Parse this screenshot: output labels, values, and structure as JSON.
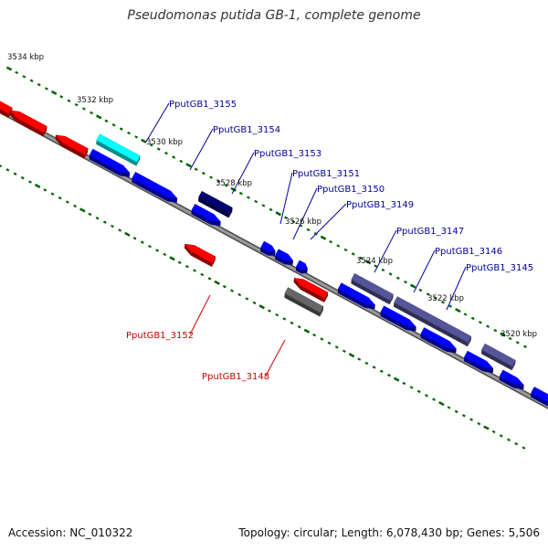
{
  "title": "Pseudomonas putida GB-1, complete genome",
  "footer": {
    "accession": "Accession: NC_010322",
    "topology": "Topology: circular; Length: 6,078,430 bp; Genes: 5,506"
  },
  "colors": {
    "forward": "#0000ff",
    "reverse": "#ff0000",
    "highlight": "#00ffff",
    "dark_navy": "#000070",
    "slate": "#555599",
    "gray": "#666666",
    "backbone": "#777777",
    "ticks": "#006400",
    "label_forward": "#00009c",
    "label_reverse": "#cc0000"
  },
  "scale_labels": [
    "3534 kbp",
    "3532 kbp",
    "3530 kbp",
    "3528 kbp",
    "3526 kbp",
    "3524 kbp",
    "3522 kbp",
    "3520 kbp"
  ],
  "gene_labels": [
    {
      "text": "PputGB1_3155",
      "strand": "forward"
    },
    {
      "text": "PputGB1_3154",
      "strand": "forward"
    },
    {
      "text": "PputGB1_3153",
      "strand": "forward"
    },
    {
      "text": "PputGB1_3151",
      "strand": "forward"
    },
    {
      "text": "PputGB1_3150",
      "strand": "forward"
    },
    {
      "text": "PputGB1_3149",
      "strand": "forward"
    },
    {
      "text": "PputGB1_3147",
      "strand": "forward"
    },
    {
      "text": "PputGB1_3146",
      "strand": "forward"
    },
    {
      "text": "PputGB1_3145",
      "strand": "forward"
    },
    {
      "text": "PputGB1_3152",
      "strand": "reverse"
    },
    {
      "text": "PputGB1_3148",
      "strand": "reverse"
    }
  ]
}
